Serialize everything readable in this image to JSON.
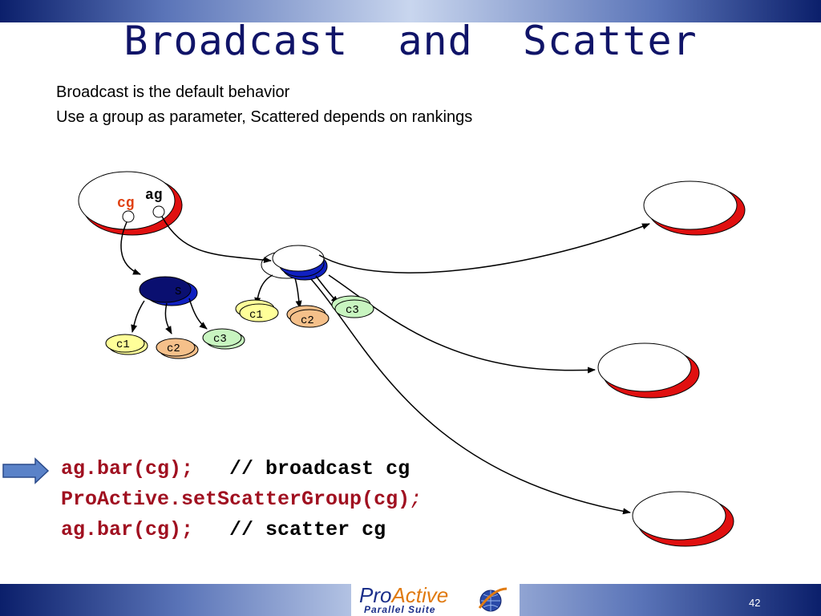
{
  "slide": {
    "title": "Broadcast  and  Scatter",
    "subtitle_line1": "Broadcast is the default behavior",
    "subtitle_line2": "Use a group as parameter, Scattered depends on rankings",
    "page_number": "42"
  },
  "diagram": {
    "label_cg": "cg",
    "label_ag": "ag",
    "label_s": "S",
    "left_c1": "c1",
    "left_c2": "c2",
    "left_c3": "c3",
    "mid_c1": "c1",
    "mid_c2": "c2",
    "mid_c3": "c3"
  },
  "code": {
    "line1_code": "ag.bar(cg);",
    "line1_comment": "// broadcast cg",
    "line2_code": "ProActive.setScatterGroup(cg)",
    "line2_semicolon": ";",
    "line3_code": "ag.bar(cg);",
    "line3_comment": "// scatter cg"
  },
  "footer": {
    "logo_pro": "Pro",
    "logo_active": "Active",
    "logo_suite": "Parallel Suite"
  },
  "colors": {
    "title": "#101468",
    "code_red": "#a01020",
    "node_red": "#e01010",
    "group_blue": "#1020c0",
    "c1_fill": "#ffff99",
    "c2_fill": "#f5c08a",
    "c3_fill": "#c8f5c0"
  }
}
